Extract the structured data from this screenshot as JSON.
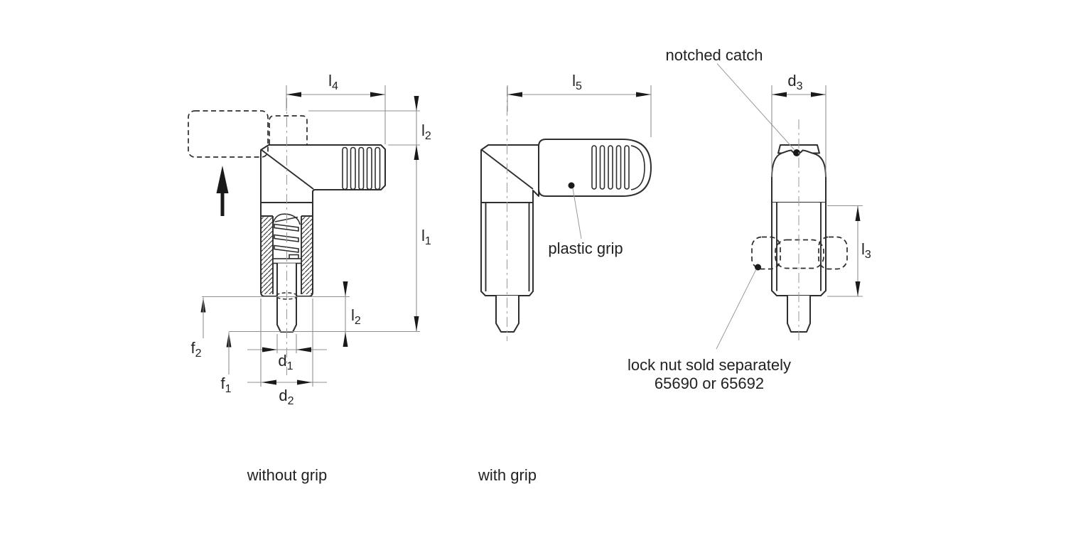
{
  "title": "cam action indexing plunger technical drawing",
  "captions": {
    "without": "without grip",
    "with": "with grip"
  },
  "labels": {
    "notched_catch": "notched catch",
    "plastic_grip": "plastic grip",
    "lock_nut_line1": "lock nut sold separately",
    "lock_nut_line2": "65690 or 65692"
  },
  "dims": {
    "l1": {
      "base": "l",
      "sub": "1"
    },
    "l2": {
      "base": "l",
      "sub": "2"
    },
    "l3": {
      "base": "l",
      "sub": "3"
    },
    "l4": {
      "base": "l",
      "sub": "4"
    },
    "l5": {
      "base": "l",
      "sub": "5"
    },
    "d1": {
      "base": "d",
      "sub": "1"
    },
    "d2": {
      "base": "d",
      "sub": "2"
    },
    "d3": {
      "base": "d",
      "sub": "3"
    },
    "f1": {
      "base": "f",
      "sub": "1"
    },
    "f2": {
      "base": "f",
      "sub": "2"
    }
  },
  "colors": {
    "background": "#ffffff",
    "part_outline": "#2e2e30",
    "dimension_line": "#8f8f8f",
    "arrowhead": "#1a1a1a",
    "text": "#222225"
  }
}
